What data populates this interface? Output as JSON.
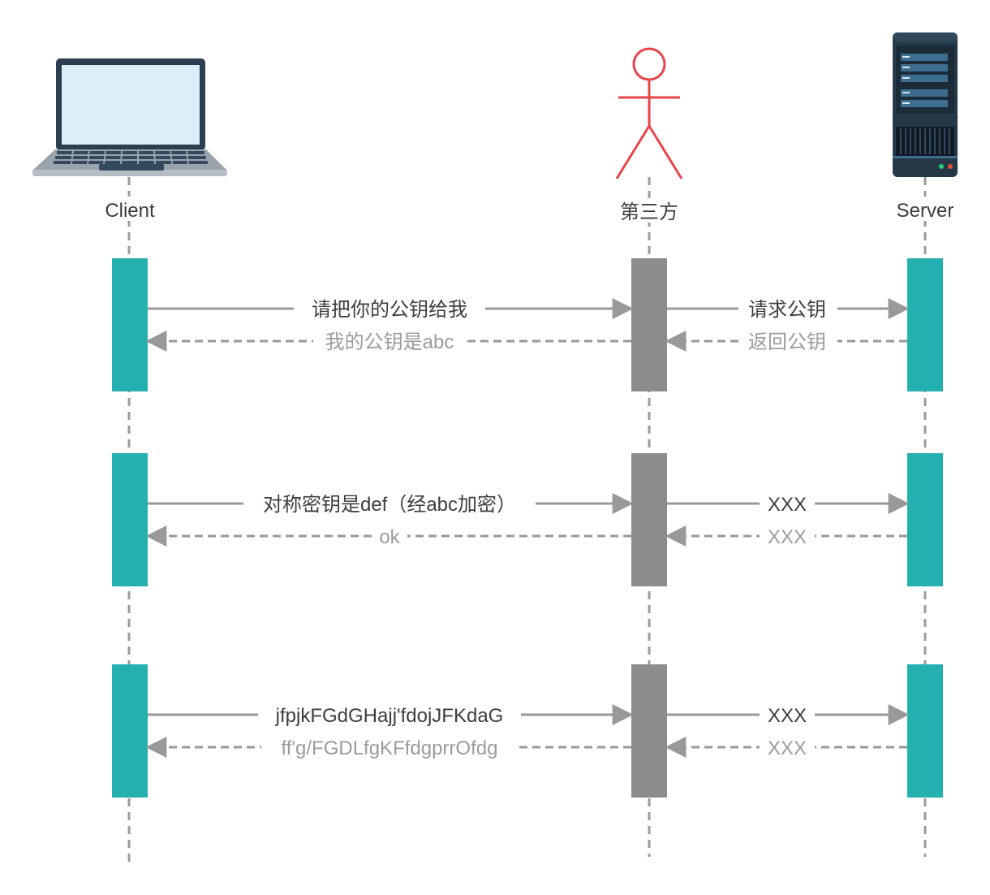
{
  "actors": {
    "client": "Client",
    "third_party": "第三方",
    "server": "Server"
  },
  "colors": {
    "lifeline": "#9b9b9b",
    "client_box": "#25b0b0",
    "server_box": "#25b0b0",
    "middle_box": "#8c8c8c",
    "arrow": "#999999",
    "person": "#e8444a"
  },
  "icons": {
    "client": "laptop-icon",
    "third_party": "stick-figure-icon",
    "server": "server-tower-icon"
  },
  "groups": [
    {
      "client_request": "请把你的公钥给我",
      "client_response": "我的公钥是abc",
      "server_request": "请求公钥",
      "server_response": "返回公钥"
    },
    {
      "client_request": "对称密钥是def（经abc加密）",
      "client_response": "ok",
      "server_request": "XXX",
      "server_response": "XXX"
    },
    {
      "client_request": "jfpjkFGdGHajj'fdojJFKdaG",
      "client_response": "ff'g/FGDLfgKFfdgprrOfdg",
      "server_request": "XXX",
      "server_response": "XXX"
    }
  ]
}
